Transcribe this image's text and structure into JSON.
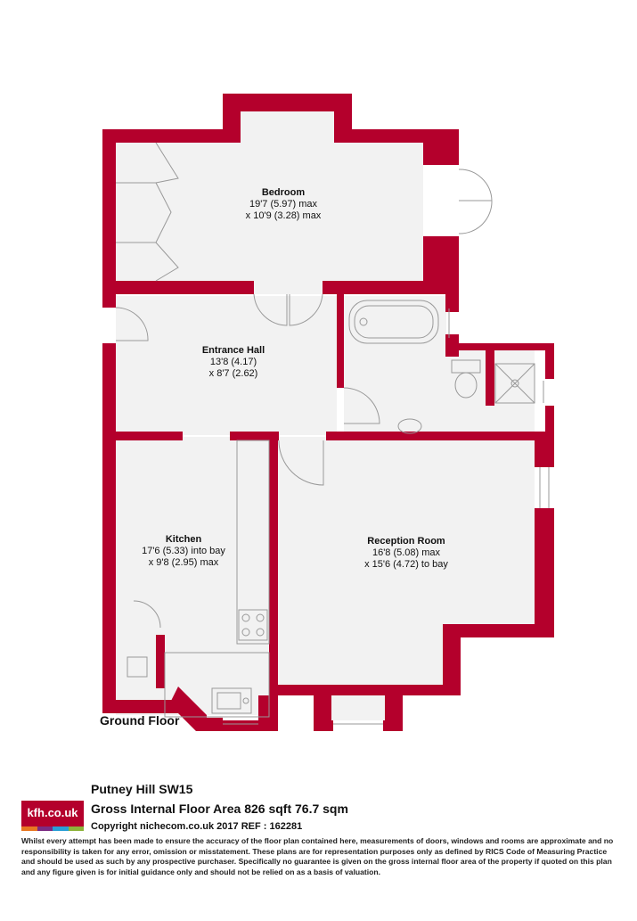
{
  "colors": {
    "wall": "#b4002c",
    "floor": "#f2f2f2",
    "fixture": "#999999"
  },
  "rooms": [
    {
      "id": "bedroom",
      "name": "Bedroom",
      "dim1": "19'7 (5.97) max",
      "dim2": "x 10'9 (3.28) max"
    },
    {
      "id": "entrance-hall",
      "name": "Entrance Hall",
      "dim1": "13'8 (4.17)",
      "dim2": "x 8'7 (2.62)"
    },
    {
      "id": "kitchen",
      "name": "Kitchen",
      "dim1": "17'6 (5.33) into bay",
      "dim2": "x 9'8 (2.95) max"
    },
    {
      "id": "reception",
      "name": "Reception Room",
      "dim1": "16'8 (5.08) max",
      "dim2": "x 15'6 (4.72) to bay"
    }
  ],
  "floor_label": "Ground Floor",
  "footer": {
    "logo_text": "kfh.co.uk",
    "logo_colors": [
      "#e87722",
      "#7b2c83",
      "#2a9fd6",
      "#8db33a"
    ],
    "address": "Putney Hill SW15",
    "area": "Gross Internal Floor Area 826 sqft 76.7 sqm",
    "copyright": "Copyright nichecom.co.uk 2017 REF : 162281",
    "disclaimer": "Whilst every attempt has been made to ensure the accuracy of the floor plan contained here, measurements of doors, windows and rooms are approximate and no responsibility is taken for any error, omission or misstatement.  These plans are for representation purposes only as defined by RICS Code of Measuring Practice and should be used as such by any prospective purchaser.  Specifically no guarantee is given on the gross internal floor area of the property if quoted on this plan and any figure given is for initial guidance only and should not be relied on as a basis of valuation."
  }
}
